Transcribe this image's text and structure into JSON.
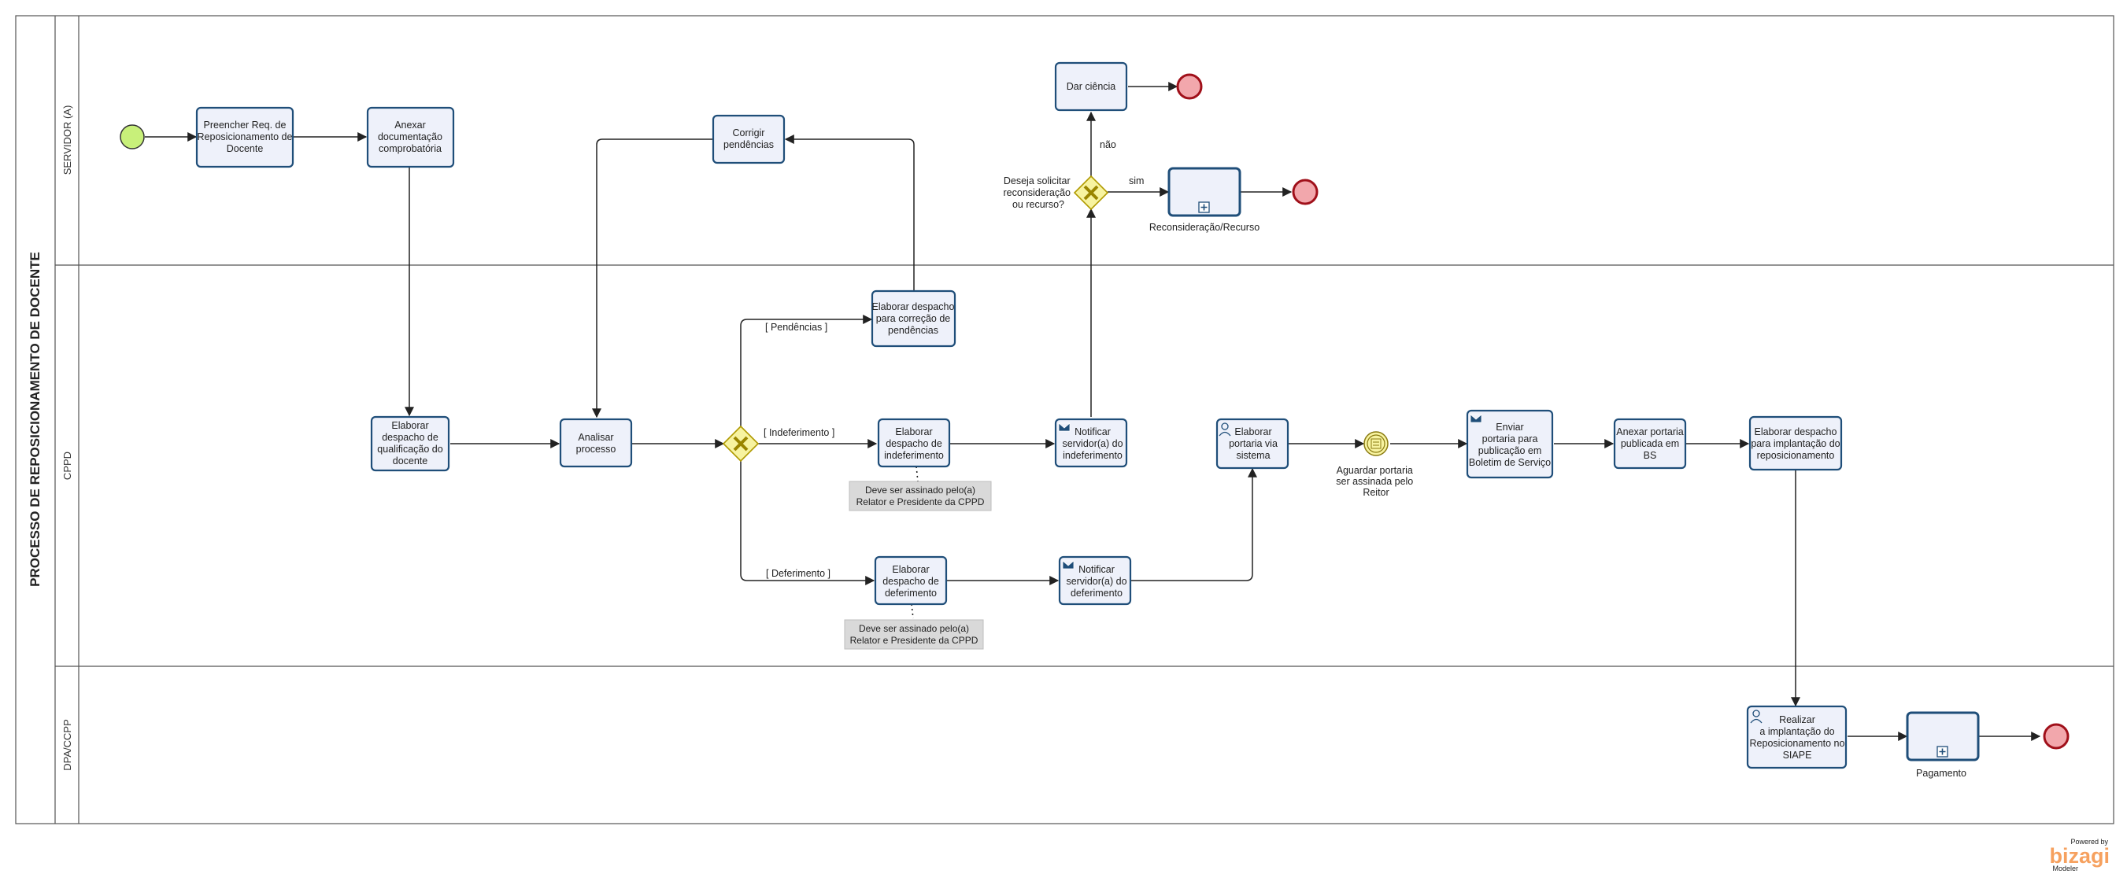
{
  "pool": {
    "title": "PROCESSO DE REPOSICIONAMENTO DE DOCENTE"
  },
  "lanes": {
    "servidor": "SERVIDOR (A)",
    "cppd": "CPPD",
    "dpa": "DPA/CCPP"
  },
  "tasks": {
    "preencher": [
      "Preencher Req. de",
      "Reposicionamento de",
      "Docente"
    ],
    "anexar_doc": [
      "Anexar",
      "documentação",
      "comprobatória"
    ],
    "corrigir": [
      "Corrigir",
      "pendências"
    ],
    "dar_ciencia": [
      "Dar ciência"
    ],
    "elaborar_qualificacao": [
      "Elaborar",
      "despacho de",
      "qualificação do",
      "docente"
    ],
    "analisar": [
      "Analisar",
      "processo"
    ],
    "elaborar_pendencias": [
      "Elaborar despacho",
      "para correção de",
      "pendências"
    ],
    "elaborar_indeferimento": [
      "Elaborar",
      "despacho de",
      "indeferimento"
    ],
    "notificar_indeferimento": [
      "Notificar",
      "servidor(a) do",
      "indeferimento"
    ],
    "elaborar_deferimento": [
      "Elaborar",
      "despacho de",
      "deferimento"
    ],
    "notificar_deferimento": [
      "Notificar",
      "servidor(a) do",
      "deferimento"
    ],
    "elaborar_portaria": [
      "Elaborar",
      "portaria via",
      "sistema"
    ],
    "enviar_portaria": [
      "Enviar",
      "portaria para",
      "publicação em",
      "Boletim de Serviço"
    ],
    "anexar_portaria": [
      "Anexar portaria",
      "publicada em",
      "BS"
    ],
    "elaborar_implantacao": [
      "Elaborar despacho",
      "para implantação do",
      "reposicionamento"
    ],
    "realizar_implantacao": [
      "Realizar",
      "a implantação do",
      "Reposicionamento no",
      "SIAPE"
    ]
  },
  "subprocesses": {
    "reconsideracao": "Reconsideração/Recurso",
    "pagamento": "Pagamento"
  },
  "gateway_labels": {
    "deseja": [
      "Deseja solicitar",
      "reconsideração",
      "ou recurso?"
    ],
    "nao": "não",
    "sim": "sim",
    "pendencias": "[ Pendências ]",
    "indeferimento": "[ Indeferimento ]",
    "deferimento": "[ Deferimento ]"
  },
  "event_labels": {
    "aguardar": [
      "Aguardar portaria",
      "ser assinada pelo",
      "Reitor"
    ]
  },
  "notes": {
    "indeferimento": [
      "Deve ser assinado pelo(a)",
      "Relator e Presidente da CPPD"
    ],
    "deferimento": [
      "Deve ser assinado pelo(a)",
      "Relator e Presidente da CPPD"
    ]
  },
  "branding": {
    "powered": "Powered by",
    "name": "bizagi",
    "sub": "Modeler"
  },
  "colors": {
    "task_fill": "#eef1fa",
    "task_stroke": "#1f4e79",
    "start_fill": "#c8f07a",
    "end_fill": "#f2a7ac",
    "end_stroke": "#a0101a",
    "gateway_fill": "#f7f3a0",
    "gateway_stroke": "#b09a00",
    "brand": "#f6a15f"
  }
}
